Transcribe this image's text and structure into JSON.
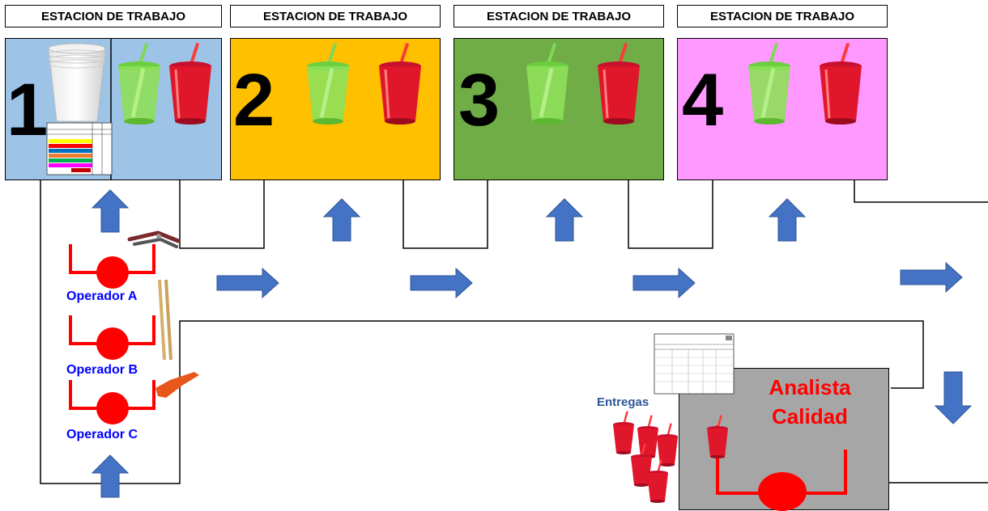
{
  "stations": [
    {
      "header": "ESTACION DE TRABAJO",
      "number": "1",
      "color": "#9DC3E6"
    },
    {
      "header": "ESTACION DE TRABAJO",
      "number": "2",
      "color": "#FFC000"
    },
    {
      "header": "ESTACION DE TRABAJO",
      "number": "3",
      "color": "#70AD47"
    },
    {
      "header": "ESTACION DE TRABAJO",
      "number": "4",
      "color": "#FF99FF"
    }
  ],
  "operators": [
    "Operador A",
    "Operador B",
    "Operador C"
  ],
  "quality": {
    "label_line1": "Analista",
    "label_line2": "Calidad",
    "box_color": "#A6A6A6"
  },
  "deliveries_label": "Entregas",
  "colors": {
    "arrow": "#4472C4",
    "label_blue": "#0000FF",
    "quality_red": "#FF0000",
    "operator_red": "#FF0000"
  },
  "icons": [
    "paper-cup-stack-icon",
    "green-tumbler-icon",
    "red-tumbler-icon",
    "checklist-sheet-icon",
    "pliers-icon",
    "chopsticks-icon",
    "glove-icon",
    "inspection-form-icon"
  ]
}
